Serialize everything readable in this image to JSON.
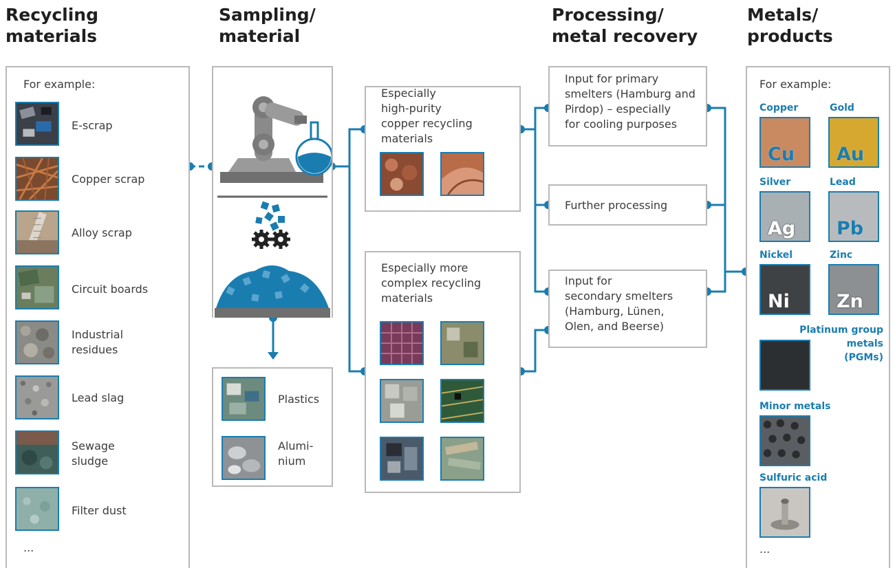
{
  "headers": {
    "recycling": [
      "Recycling",
      "materials"
    ],
    "sampling": [
      "Sampling/",
      "material"
    ],
    "processing": [
      "Processing/",
      "metal recovery"
    ],
    "metals": [
      "Metals/",
      "products"
    ]
  },
  "recycling": {
    "intro": "For example:",
    "items": [
      "E-scrap",
      "Copper scrap",
      "Alloy scrap",
      "Circuit boards",
      "Industrial\nresidues",
      "Lead slag",
      "Sewage\nsludge",
      "Filter dust"
    ],
    "more": "..."
  },
  "byproducts": {
    "items": [
      "Plastics",
      "Alumi-\nnium"
    ]
  },
  "materials": {
    "high_purity": "Especially\nhigh-purity\ncopper recycling\nmaterials",
    "complex": "Especially more\ncomplex recycling\nmaterials"
  },
  "processing": {
    "primary": "Input for primary\nsmelters (Hamburg and\nPirdop) – especially\nfor cooling purposes",
    "further": "Further processing",
    "secondary": "Input for\nsecondary smelters\n(Hamburg, Lünen,\nOlen, and Beerse)"
  },
  "metals": {
    "intro": "For example:",
    "copper": {
      "label": "Copper",
      "symbol": "Cu"
    },
    "gold": {
      "label": "Gold",
      "symbol": "Au"
    },
    "silver": {
      "label": "Silver",
      "symbol": "Ag"
    },
    "lead": {
      "label": "Lead",
      "symbol": "Pb"
    },
    "nickel": {
      "label": "Nickel",
      "symbol": "Ni"
    },
    "zinc": {
      "label": "Zinc",
      "symbol": "Zn"
    },
    "pgm": "Platinum group metals\n(PGMs)",
    "minor": "Minor metals",
    "acid": "Sulfuric acid",
    "more": "..."
  },
  "colors": {
    "accent": "#1a7db0",
    "border": "#b9b9b9"
  }
}
